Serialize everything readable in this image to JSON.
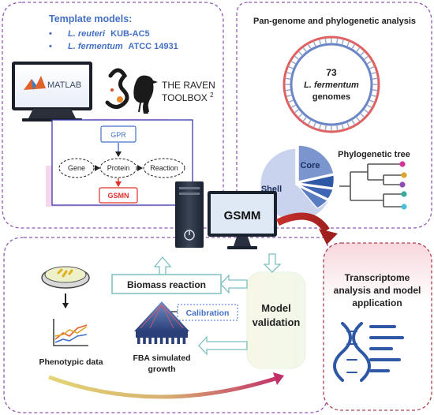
{
  "template_models": {
    "heading": "Template models:",
    "items": [
      {
        "bullet": "•",
        "species": "L. reuteri",
        "strain": "KUB-AC5"
      },
      {
        "bullet": "•",
        "species": "L. fermentum",
        "strain": "ATCC 14931"
      }
    ]
  },
  "software": {
    "matlab_label": "MATLAB",
    "raven_line1": "THE RAVEN",
    "raven_line2": "TOOLBOX",
    "raven_sup": "2"
  },
  "reconstruction_flow": {
    "gpr": "GPR",
    "gene": "Gene",
    "protein": "Protein",
    "reaction": "Reaction",
    "gsmn": "GSMN"
  },
  "pangenome": {
    "heading": "Pan-genome and phylogenetic analysis",
    "count": "73",
    "species": "L. fermentum",
    "genomes_label": "genomes",
    "pie_labels": {
      "core": "Core",
      "shell": "Shell"
    },
    "tree_label": "Phylogenetic tree"
  },
  "gsmm_label": "GSMM",
  "validation": {
    "phenotypic": "Phenotypic data",
    "biomass": "Biomass reaction",
    "calibration": "Calibration",
    "fba_line1": "FBA simulated",
    "fba_line2": "growth",
    "model_line1": "Model",
    "model_line2": "validation"
  },
  "transcriptome": {
    "line1": "Transcriptome",
    "line2": "analysis and model",
    "line3": "application"
  },
  "colors": {
    "panel_border": "#8f5bb6",
    "heading_blue": "#4470c4",
    "gsmn_red": "#e0302a",
    "gpr_blue": "#4472c4",
    "pie_core": "#7b95cf",
    "pie_shell": "#c9d3ee",
    "pie_dark": "#2e58a6",
    "accent_red": "#c0302a",
    "arrow_teal": "#7dbfbf",
    "dna_red": "#e06060",
    "dna_blue": "#6b86c6",
    "tree_dots": [
      "#d1359a",
      "#e0a42a",
      "#8e4bb5",
      "#3aaa9a",
      "#4bbfd6"
    ]
  }
}
